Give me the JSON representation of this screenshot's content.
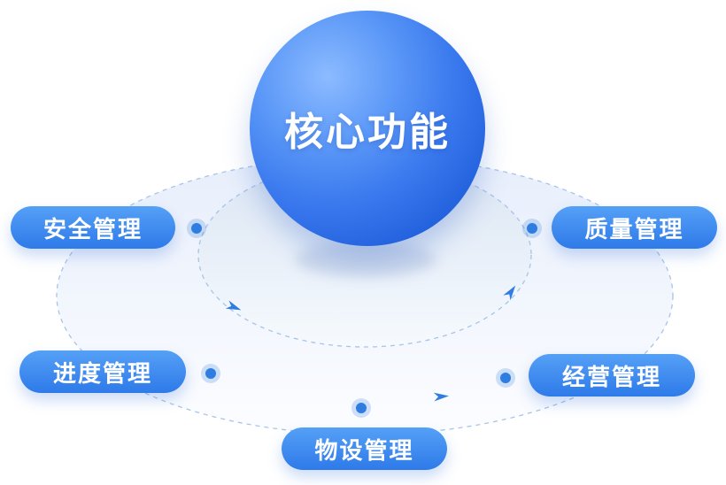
{
  "diagram": {
    "center": {
      "label": "核心功能"
    },
    "nodes": [
      {
        "id": "safety",
        "label": "安全管理",
        "position": "upper-left"
      },
      {
        "id": "quality",
        "label": "质量管理",
        "position": "upper-right"
      },
      {
        "id": "progress",
        "label": "进度管理",
        "position": "lower-left"
      },
      {
        "id": "business",
        "label": "经营管理",
        "position": "lower-right"
      },
      {
        "id": "material",
        "label": "物设管理",
        "position": "bottom-center"
      }
    ],
    "colors": {
      "sphere_highlight": "#8cbbff",
      "sphere_main": "#3a79ee",
      "sphere_deep": "#1b52c8",
      "pill_top": "#55a0f6",
      "pill_bottom": "#2e7ae9",
      "orbit_stroke": "#a7c4e9",
      "disc_outer_top": "#e7eefb",
      "disc_outer_bottom": "#fcfdff",
      "disc_inner_top": "#dbe5f3",
      "disc_inner_bottom": "#f6fafe",
      "dot": "#2f7de1",
      "arrow": "#2f7de1",
      "background": "#ffffff",
      "label_text": "#ffffff"
    }
  }
}
